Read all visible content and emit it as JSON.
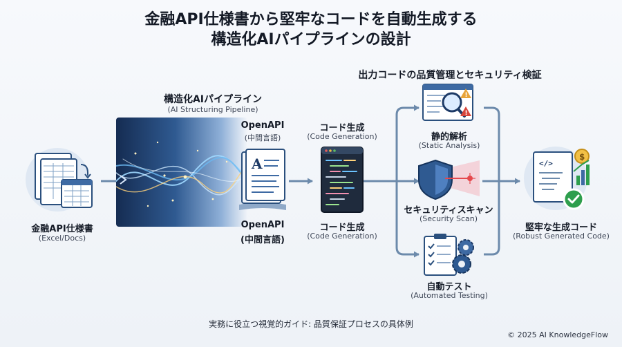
{
  "title": {
    "line1": "金融API仕様書から堅牢なコードを自動生成する",
    "line2": "構造化AIパイプラインの設計"
  },
  "qa_header": "出力コードの品質管理とセキュリティ検証",
  "source": {
    "jp": "金融API仕様書",
    "en": "(Excel/Docs)"
  },
  "pipeline": {
    "jp": "構造化AIパイプライン",
    "en": "(AI Structuring Pipeline)"
  },
  "openapi_top": {
    "jp": "OpenAPI",
    "en": "(中間言語)"
  },
  "openapi_bottom": {
    "jp": "OpenAPI",
    "en": "(中間言語)"
  },
  "codegen_top": {
    "jp": "コード生成",
    "en": "(Code Generation)"
  },
  "codegen_bottom": {
    "jp": "コード生成",
    "en": "(Code Generation)"
  },
  "static": {
    "jp": "静的解析",
    "en": "(Static Analysis)"
  },
  "security": {
    "jp": "セキュリティスキャン",
    "en": "(Security Scan)"
  },
  "testing": {
    "jp": "自動テスト",
    "en": "(Automated Testing)"
  },
  "output": {
    "jp": "堅牢な生成コード",
    "en": "(Robust Generated Code)"
  },
  "footer": "実務に役立つ視覚的ガイド: 品質保証プロセスの具体例",
  "copyright": "© 2025 AI KnowledgeFlow",
  "colors": {
    "arrow": "#6c8aab",
    "navy": "#1d3a66",
    "accent": "#2f6ee0",
    "green": "#2e9e4d",
    "warn": "#d7463c"
  }
}
